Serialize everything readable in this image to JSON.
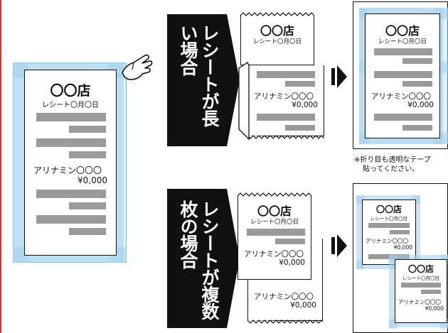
{
  "receipt": {
    "store": "〇〇店",
    "date": "レシート〇月〇日",
    "product": "アリナミン〇〇〇",
    "price": "¥0,000"
  },
  "banners": {
    "long": "レシートが長い場合",
    "multiple": "レシートが複数枚の場合"
  },
  "note": {
    "line1": "※折り目も透明なテープ",
    "line2": "貼ってください。"
  },
  "colors": {
    "tape": "#a0d0ec",
    "bar": "#9a9a9a",
    "banner": "#111111"
  }
}
